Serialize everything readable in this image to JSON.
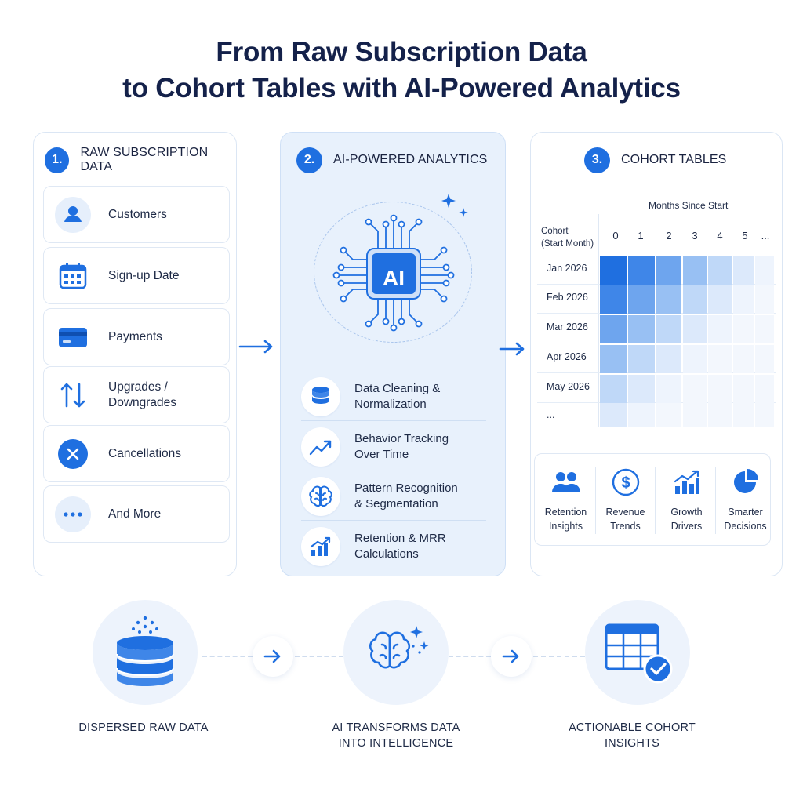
{
  "title": {
    "line1": "From Raw Subscription Data",
    "line2": "to Cohort Tables with AI-Powered Analytics"
  },
  "panels": [
    {
      "number": "1.",
      "heading": "RAW SUBSCRIPTION DATA",
      "items": [
        {
          "label": "Customers",
          "icon": "user-icon"
        },
        {
          "label": "Sign-up Date",
          "icon": "calendar-icon"
        },
        {
          "label": "Payments",
          "icon": "credit-card-icon"
        },
        {
          "label1": "Upgrades /",
          "label2": "Downgrades",
          "icon": "up-down-arrows-icon"
        },
        {
          "label": "Cancellations",
          "icon": "cancel-icon"
        },
        {
          "label": "And More",
          "icon": "more-dots-icon"
        }
      ]
    },
    {
      "number": "2.",
      "heading": "AI-POWERED ANALYTICS",
      "chip_label": "AI",
      "steps": [
        {
          "line1": "Data Cleaning &",
          "line2": "Normalization",
          "icon": "database-icon"
        },
        {
          "line1": "Behavior Tracking",
          "line2": "Over Time",
          "icon": "trend-line-icon"
        },
        {
          "line1": "Pattern Recognition",
          "line2": "& Segmentation",
          "icon": "brain-icon"
        },
        {
          "line1": "Retention & MRR",
          "line2": "Calculations",
          "icon": "bar-chart-icon"
        }
      ]
    },
    {
      "number": "3.",
      "heading": "COHORT TABLES",
      "months_label": "Months Since Start",
      "cohort_label1": "Cohort",
      "cohort_label2": "(Start Month)",
      "columns": [
        "0",
        "1",
        "2",
        "3",
        "4",
        "5",
        "..."
      ],
      "rows": [
        "Jan 2026",
        "Feb 2026",
        "Mar 2026",
        "Apr 2026",
        "May 2026",
        "..."
      ],
      "insights": [
        {
          "line1": "Retention",
          "line2": "Insights",
          "icon": "people-icon"
        },
        {
          "line1": "Revenue",
          "line2": "Trends",
          "icon": "dollar-icon"
        },
        {
          "line1": "Growth",
          "line2": "Drivers",
          "icon": "growth-chart-icon"
        },
        {
          "line1": "Smarter",
          "line2": "Decisions",
          "icon": "pie-chart-icon"
        }
      ]
    }
  ],
  "flow": [
    {
      "caption1": "DISPERSED RAW DATA",
      "caption2": "",
      "icon": "database-stack-icon"
    },
    {
      "caption1": "AI TRANSFORMS DATA",
      "caption2": "INTO INTELLIGENCE",
      "icon": "brain-sparkle-icon"
    },
    {
      "caption1": "ACTIONABLE COHORT",
      "caption2": "INSIGHTS",
      "icon": "table-check-icon"
    }
  ],
  "colors": {
    "accent": "#1f6fe0",
    "panel2_bg": "#e8f1fc",
    "heat_levels": [
      "#1f6fe0",
      "#3f86e8",
      "#6ea5ee",
      "#98c0f3",
      "#bfd8f8",
      "#dce9fb",
      "#eef4fd"
    ]
  }
}
